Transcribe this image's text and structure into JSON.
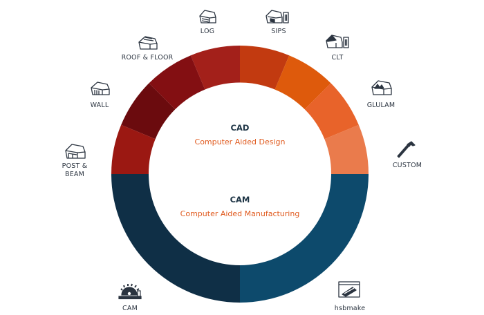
{
  "center": {
    "cad": {
      "title": "CAD",
      "subtitle": "Computer Aided Design"
    },
    "cam": {
      "title": "CAM",
      "subtitle": "Computer Aided Manufacturing"
    }
  },
  "segments": [
    {
      "label": "LOG",
      "color": "#a3201a",
      "icon": "log-house-icon"
    },
    {
      "label": "ROOF & FLOOR",
      "color": "#830f12",
      "icon": "roof-floor-house-icon"
    },
    {
      "label": "WALL",
      "color": "#6b0b0e",
      "icon": "wall-house-icon"
    },
    {
      "label": "POST & BEAM",
      "color": "#9b1812",
      "icon": "post-beam-house-icon"
    },
    {
      "label": "SIPS",
      "color": "#c23a10",
      "icon": "sips-house-icon"
    },
    {
      "label": "CLT",
      "color": "#de5a0c",
      "icon": "clt-house-icon"
    },
    {
      "label": "GLULAM",
      "color": "#e8632a",
      "icon": "glulam-house-icon"
    },
    {
      "label": "CUSTOM",
      "color": "#ea7b4c",
      "icon": "hammer-icon"
    },
    {
      "label": "CAM",
      "color": "#0f2f46",
      "icon": "saw-blade-icon"
    },
    {
      "label": "hsbmake",
      "color": "#0d4a6c",
      "icon": "hsbmake-screen-icon"
    }
  ]
}
